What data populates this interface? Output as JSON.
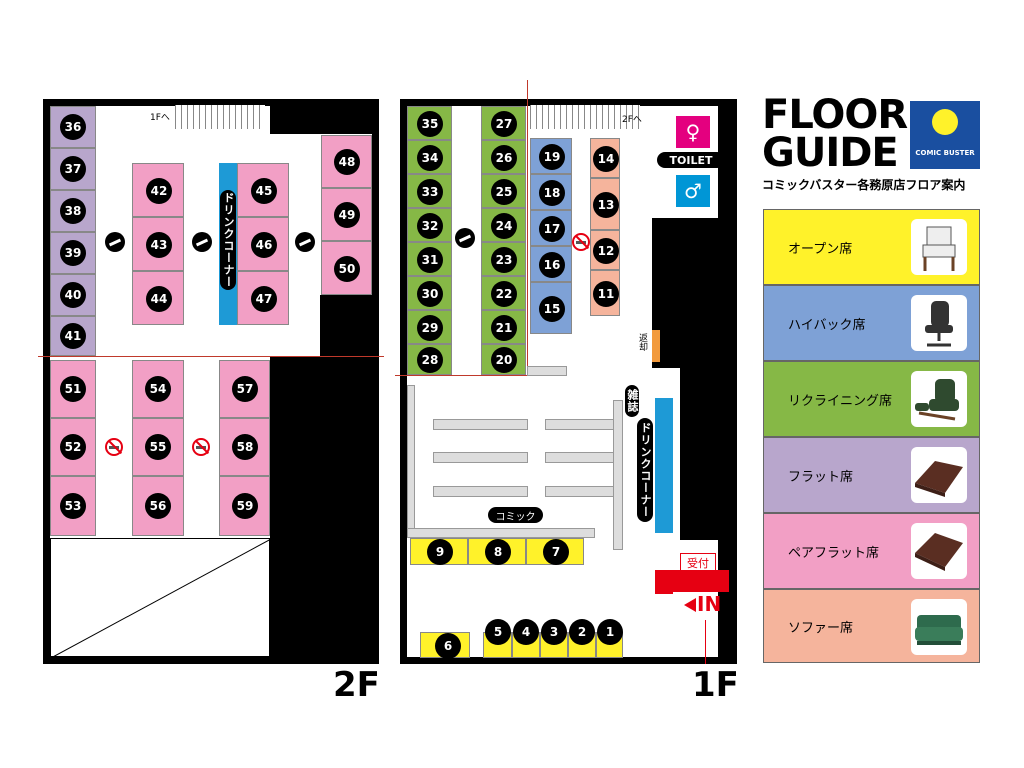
{
  "floors": {
    "f2": "2F",
    "f1": "1F"
  },
  "stairs": {
    "f2": "1Fへ",
    "f1": "2Fへ"
  },
  "corners": {
    "drink": "ドリンクコーナー",
    "comic": "コミック",
    "magazine": "雑誌",
    "return": "返却",
    "reception": "受付",
    "entrance": "IN",
    "toilet": "TOILET"
  },
  "guide": {
    "title_line1": "FLOOR",
    "title_line2": "GUIDE",
    "brand": "COMIC BUSTER",
    "subtitle": "コミックバスター各務原店フロア案内"
  },
  "legend": [
    {
      "label": "オープン席",
      "color": "#fff22a",
      "icon": "chair-icon"
    },
    {
      "label": "ハイバック席",
      "color": "#7ea1d6",
      "icon": "office-chair-icon"
    },
    {
      "label": "リクライニング席",
      "color": "#86b846",
      "icon": "recliner-icon"
    },
    {
      "label": "フラット席",
      "color": "#b8a6cc",
      "icon": "mat-icon"
    },
    {
      "label": "ペアフラット席",
      "color": "#f29fc5",
      "icon": "mat-icon"
    },
    {
      "label": "ソファー席",
      "color": "#f5b49c",
      "icon": "sofa-icon"
    }
  ],
  "seats": {
    "s36": "36",
    "s37": "37",
    "s38": "38",
    "s39": "39",
    "s40": "40",
    "s41": "41",
    "s42": "42",
    "s43": "43",
    "s44": "44",
    "s45": "45",
    "s46": "46",
    "s47": "47",
    "s48": "48",
    "s49": "49",
    "s50": "50",
    "s51": "51",
    "s52": "52",
    "s53": "53",
    "s54": "54",
    "s55": "55",
    "s56": "56",
    "s57": "57",
    "s58": "58",
    "s59": "59",
    "s35": "35",
    "s34": "34",
    "s33": "33",
    "s32": "32",
    "s31": "31",
    "s30": "30",
    "s29": "29",
    "s28": "28",
    "s27": "27",
    "s26": "26",
    "s25": "25",
    "s24": "24",
    "s23": "23",
    "s22": "22",
    "s21": "21",
    "s20": "20",
    "s19": "19",
    "s18": "18",
    "s17": "17",
    "s16": "16",
    "s15": "15",
    "s14": "14",
    "s13": "13",
    "s12": "12",
    "s11": "11",
    "s9": "9",
    "s8": "8",
    "s7": "7",
    "s6": "6",
    "s5": "5",
    "s4": "4",
    "s3": "3",
    "s2": "2",
    "s1": "1"
  }
}
